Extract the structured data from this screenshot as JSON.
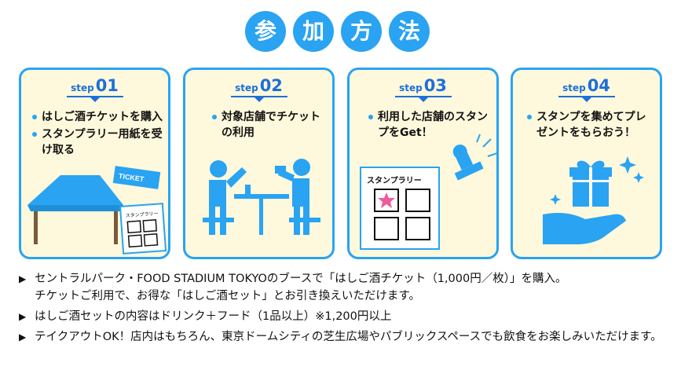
{
  "title": {
    "chars": [
      "参",
      "加",
      "方",
      "法"
    ]
  },
  "steps": [
    {
      "word": "step",
      "num": "01",
      "bullets": [
        "はしご酒チケットを購入",
        "スタンプラリー用紙を受け取る"
      ],
      "ticket_label": "TICKET",
      "sheet_label": "スタンプラリー"
    },
    {
      "word": "step",
      "num": "02",
      "bullets": [
        "対象店舗でチケットの利用"
      ]
    },
    {
      "word": "step",
      "num": "03",
      "bullets": [
        "利用した店舗のスタンプをGet！"
      ],
      "sheet_label": "スタンプラリー"
    },
    {
      "word": "step",
      "num": "04",
      "bullets": [
        "スタンプを集めてプレゼントをもらおう！"
      ]
    }
  ],
  "description": [
    {
      "lines": [
        "セントラルパーク・FOOD STADIUM TOKYOのブースで「はしご酒チケット（1,000円／枚）」を購入。",
        "チケットご利用で、お得な「はしご酒セット」とお引き換えいただけます。"
      ]
    },
    {
      "lines": [
        "はしご酒セットの内容はドリンク＋フード（1品以上）※1,200円以上"
      ]
    },
    {
      "lines": [
        "テイクアウトOK！店内はもちろん、東京ドームシティの芝生広場やパブリックスペースでも飲食をお楽しみいただけます。"
      ]
    }
  ],
  "colors": {
    "accent_blue": "#29a3f2",
    "card_bg": "#fef9dc",
    "step_blue": "#1e6fd8",
    "star_pink": "#ef5b9c"
  },
  "arrow_glyph": "▶"
}
